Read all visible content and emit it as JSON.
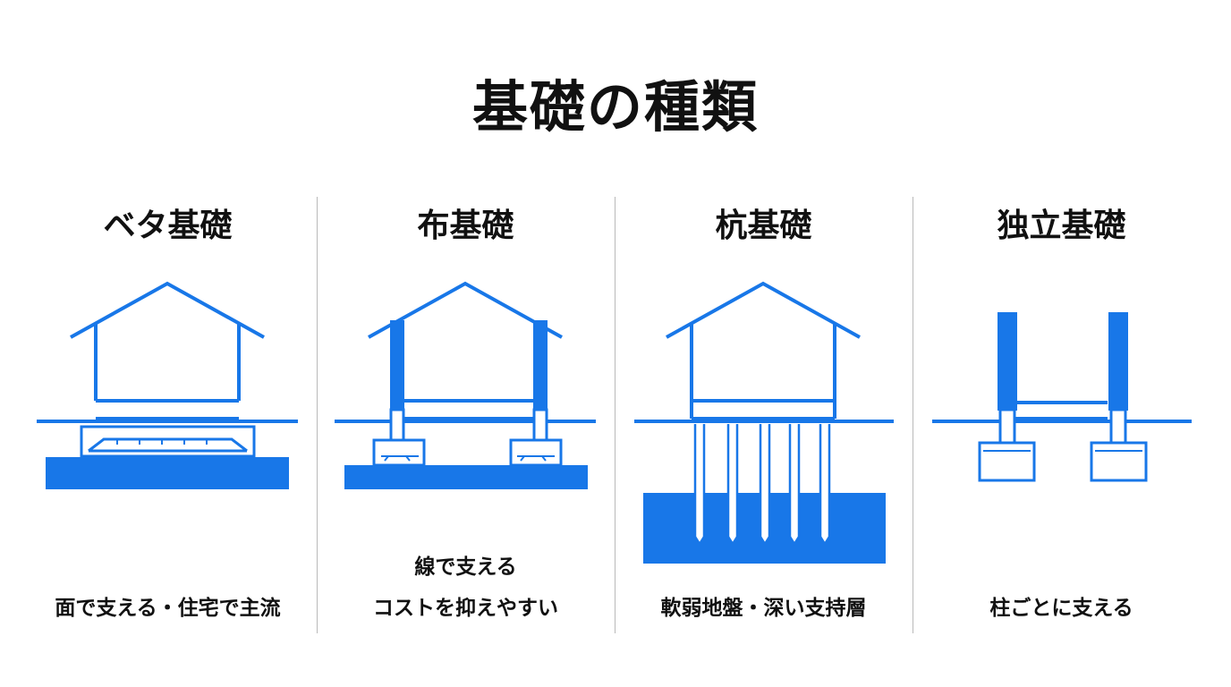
{
  "title": "基礎の種類",
  "accent_color": "#1877e8",
  "panels": [
    {
      "heading": "ベタ基礎",
      "caption_lines": [
        "面で支える・住宅で主流"
      ],
      "icon": "mat-foundation-icon"
    },
    {
      "heading": "布基礎",
      "caption_lines": [
        "線で支える",
        "コストを抑えやすい"
      ],
      "icon": "strip-foundation-icon"
    },
    {
      "heading": "杭基礎",
      "caption_lines": [
        "軟弱地盤・深い支持層"
      ],
      "icon": "pile-foundation-icon"
    },
    {
      "heading": "独立基礎",
      "caption_lines": [
        "柱ごとに支える"
      ],
      "icon": "isolated-footing-icon"
    }
  ]
}
